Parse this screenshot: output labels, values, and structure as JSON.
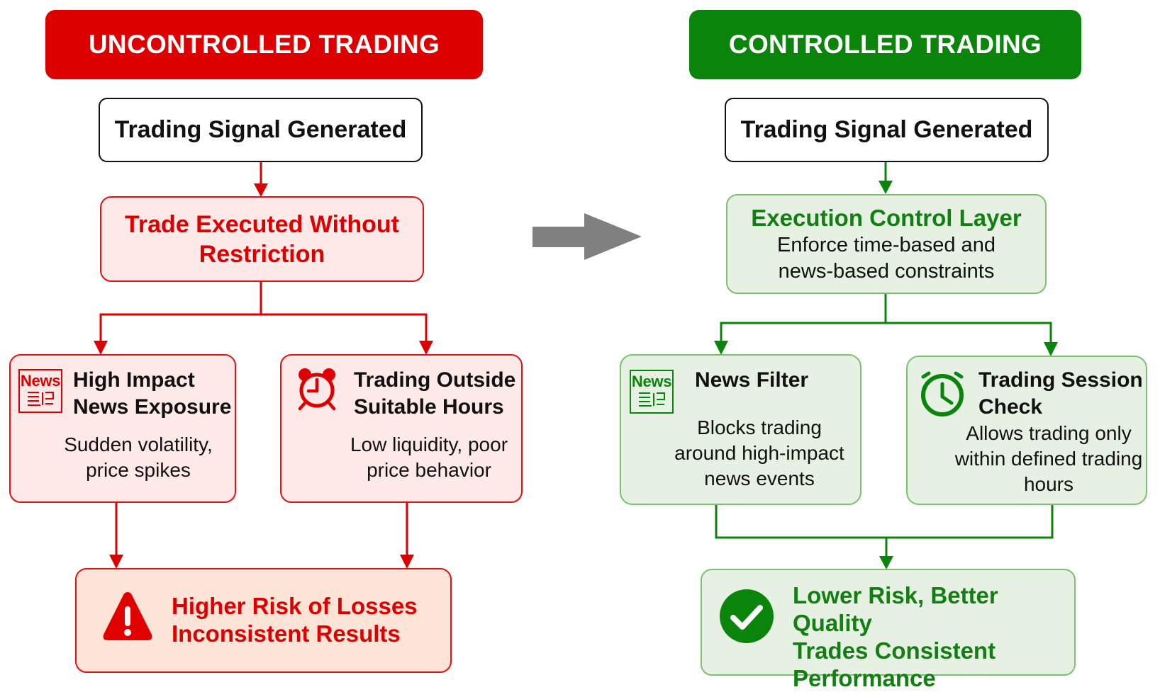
{
  "colors": {
    "red": "#dd0000",
    "green": "#0a840a",
    "arrow_gray": "#808080"
  },
  "uncontrolled": {
    "banner": "UNCONTROLLED TRADING",
    "signal": "Trading Signal Generated",
    "execution": {
      "line1": "Trade Executed Without",
      "line2": "Restriction"
    },
    "news_card": {
      "icon": "newspaper-icon",
      "icon_label": "News",
      "title_line1": "High Impact",
      "title_line2": "News Exposure",
      "desc_line1": "Sudden volatility,",
      "desc_line2": "price spikes"
    },
    "hours_card": {
      "icon": "alarm-clock-icon",
      "title_line1": "Trading Outside",
      "title_line2": "Suitable Hours",
      "desc_line1": "Low liquidity, poor",
      "desc_line2": "price behavior"
    },
    "result": {
      "icon": "warning-triangle-icon",
      "line1": "Higher Risk of Losses",
      "line2": "Inconsistent Results"
    }
  },
  "transition_arrow": "right-arrow-icon",
  "controlled": {
    "banner": "CONTROLLED TRADING",
    "signal": "Trading Signal Generated",
    "control_layer": {
      "title": "Execution Control Layer",
      "line1": "Enforce time-based and",
      "line2": "news-based constraints"
    },
    "news_card": {
      "icon": "newspaper-icon",
      "icon_label": "News",
      "title": "News Filter",
      "desc_line1": "Blocks trading",
      "desc_line2": "around high-impact",
      "desc_line3": "news events"
    },
    "session_card": {
      "icon": "stopwatch-clock-icon",
      "title_line1": "Trading Session",
      "title_line2": "Check",
      "desc_line1": "Allows trading only",
      "desc_line2": "within defined trading",
      "desc_line3": "hours"
    },
    "result": {
      "icon": "checkmark-circle-icon",
      "line1": "Lower Risk, Better Quality",
      "line2": "Trades Consistent",
      "line3": "Performance"
    }
  }
}
